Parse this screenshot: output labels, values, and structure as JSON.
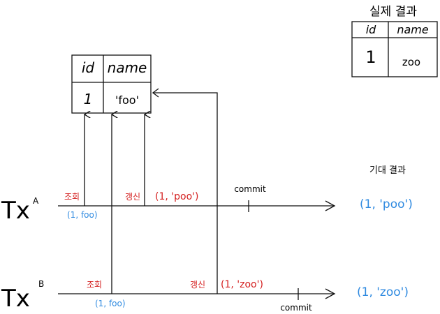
{
  "actual_result": {
    "title": "실제 결과",
    "headers": [
      "id",
      "name"
    ],
    "row": [
      "1",
      "zoo"
    ]
  },
  "db_table": {
    "headers": [
      "id",
      "name"
    ],
    "row": [
      "1",
      "'foo'"
    ]
  },
  "expected_result": {
    "title": "기대 결과",
    "tx_a": "(1, 'poo')",
    "tx_b": "(1, 'zoo')"
  },
  "tx_a": {
    "label": "Tx",
    "superscript": "A",
    "read_label": "조회",
    "read_value": "(1, foo)",
    "update_label": "갱신",
    "update_value": "(1, 'poo')",
    "commit_label": "commit"
  },
  "tx_b": {
    "label": "Tx",
    "superscript": "B",
    "read_label": "조회",
    "read_value": "(1, foo)",
    "update_label": "갱신",
    "update_value": "(1, 'zoo')",
    "commit_label": "commit"
  },
  "colors": {
    "ink": "#111111",
    "red": "#d42020",
    "blue": "#2f8ae0"
  }
}
